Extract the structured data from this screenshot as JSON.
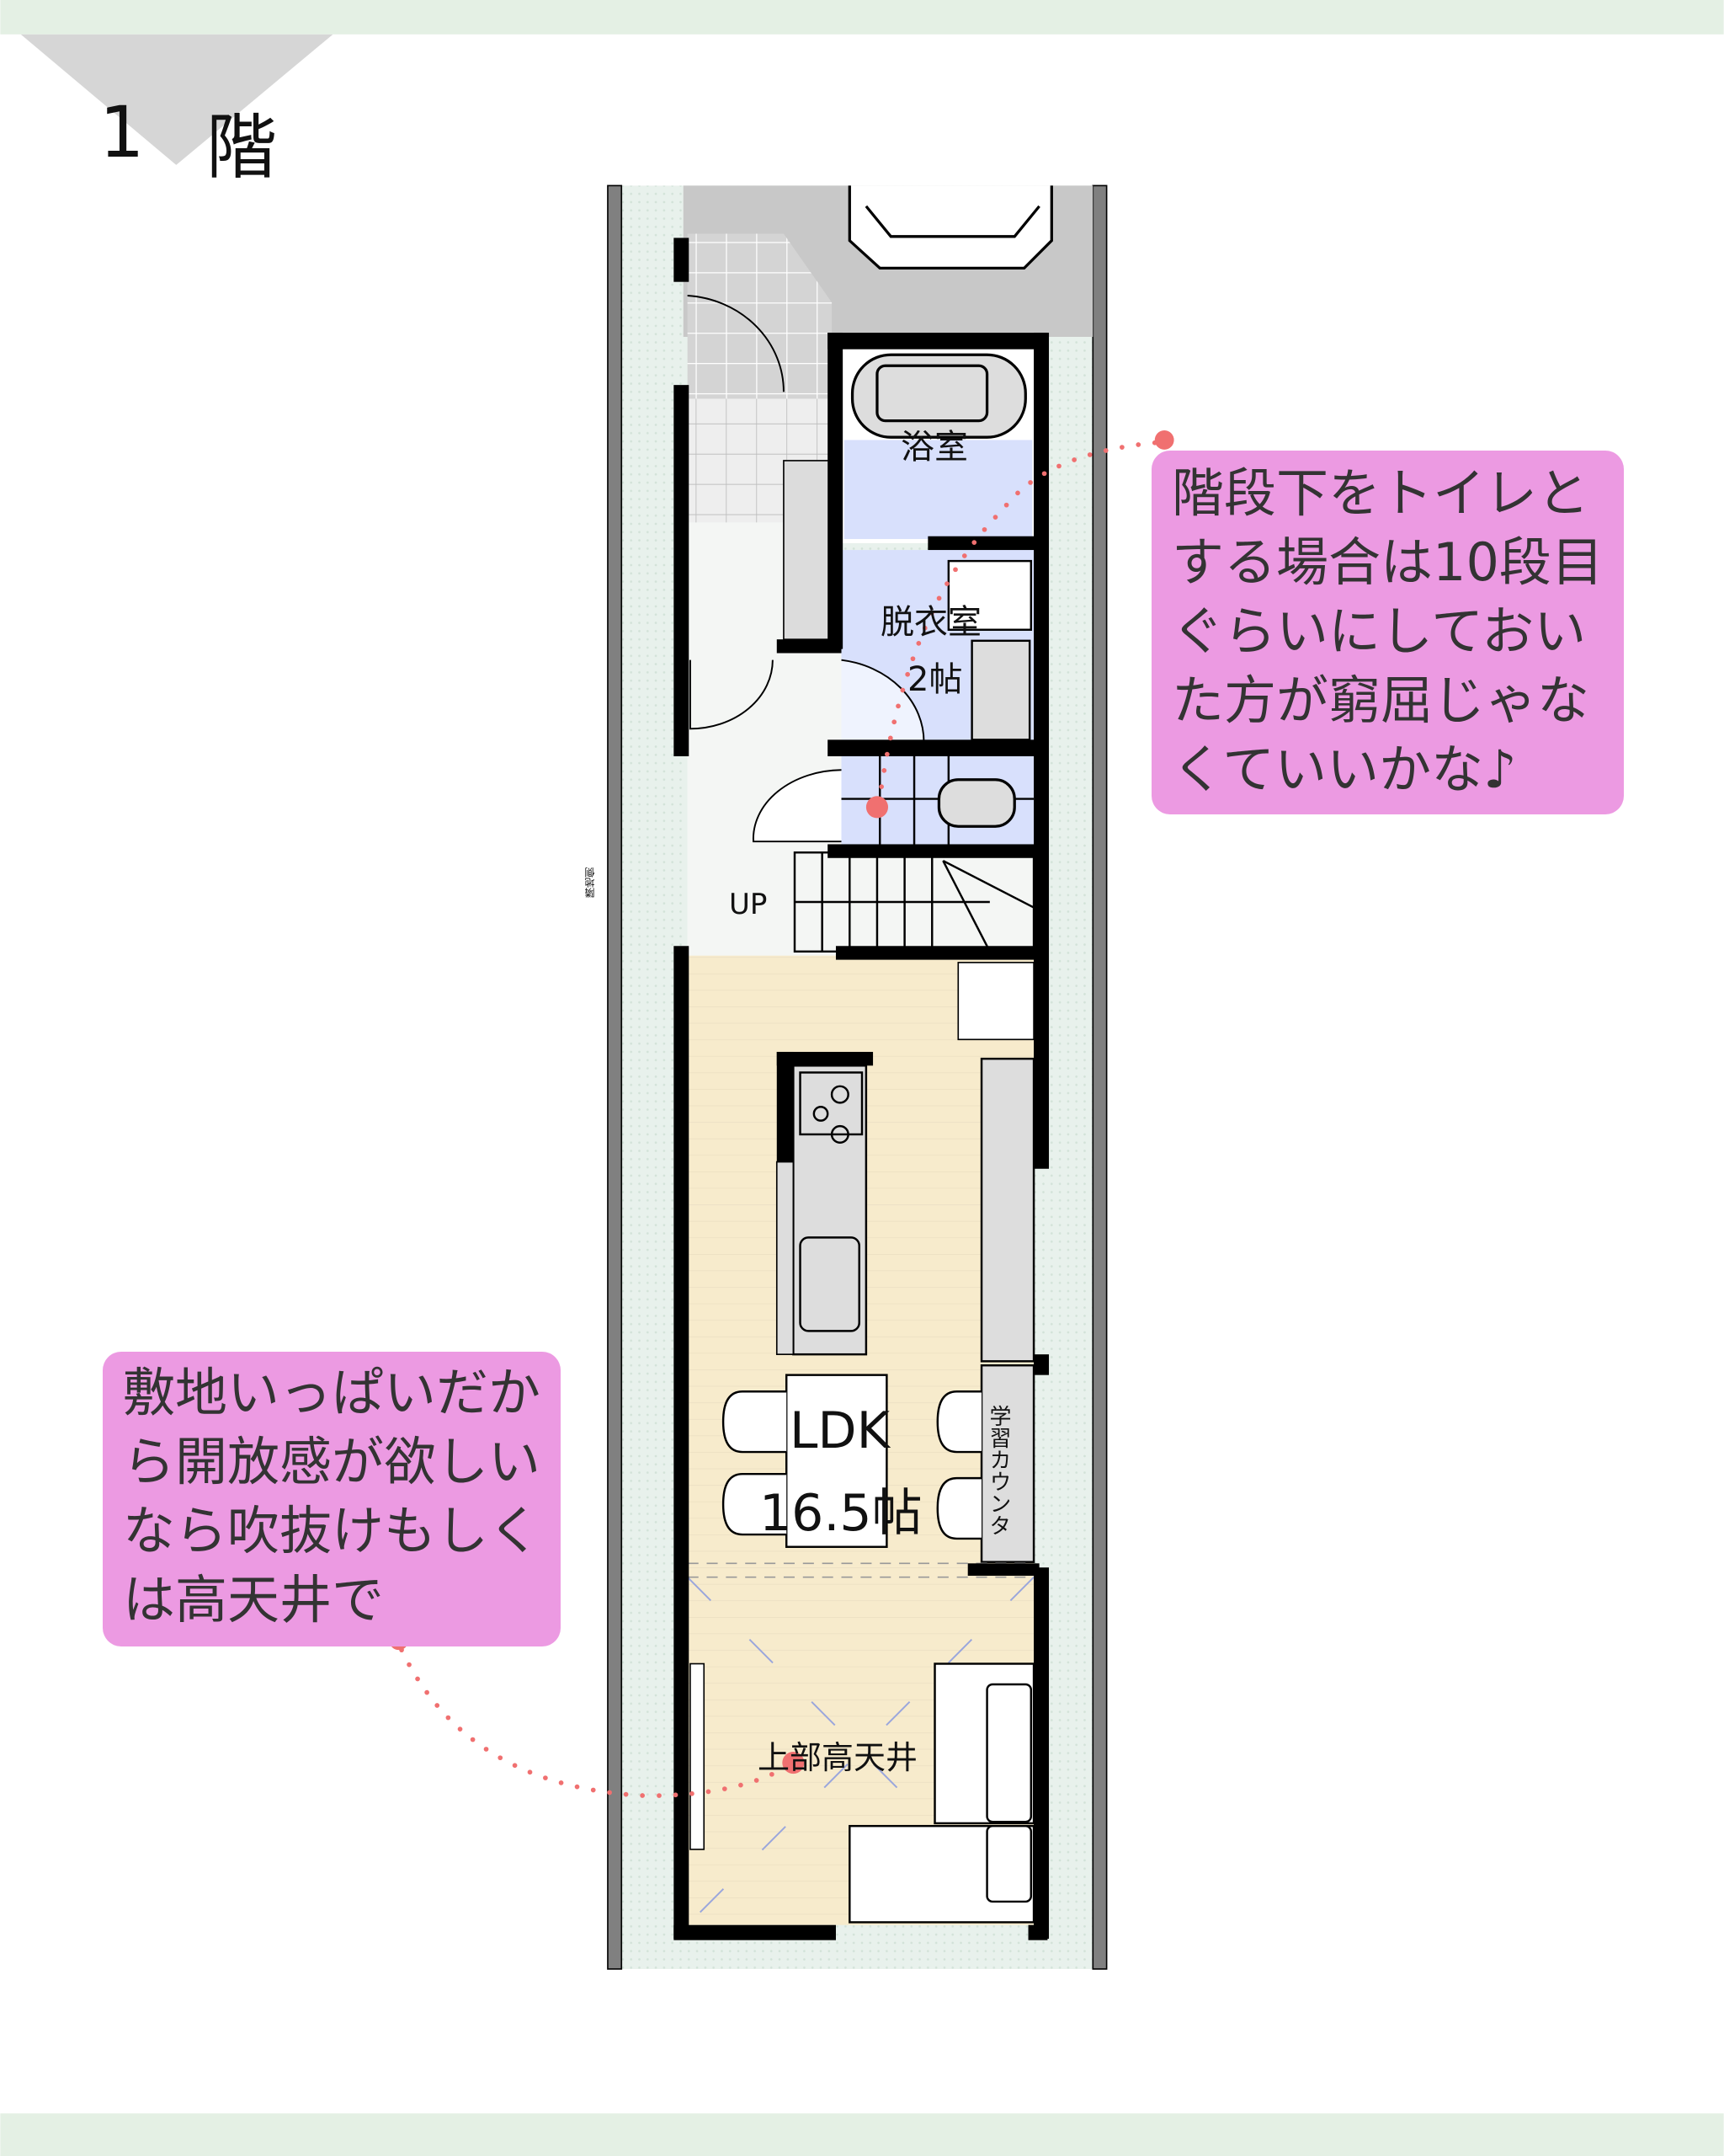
{
  "header": {
    "floor_number": "1",
    "floor_unit": "階"
  },
  "rooms": {
    "bath": "浴室",
    "dressing": "脱衣室",
    "dressing_size": "2帖",
    "stairs": "UP",
    "ldk": "LDK",
    "ldk_size": "16.5帖",
    "study_counter": "学習カウンタ",
    "high_ceiling": "上部高天井",
    "side_label": "隣地側"
  },
  "callouts": {
    "toilet_note": [
      "階段下をトイレと",
      "する場合は10段目",
      "ぐらいにしておい",
      "た方が窮屈じゃな",
      "くていいかな♪"
    ],
    "ceiling_note": [
      "敷地いっぱいだか",
      "ら開放感が欲しい",
      "なら吹抜けもしく",
      "は高天井で"
    ]
  },
  "colors": {
    "band": "#e4f0e4",
    "callout": "#ec9ae2",
    "dot": "#f07070",
    "wet_area": "#d8e0fc",
    "ldk_floor": "#f7ebcc"
  }
}
